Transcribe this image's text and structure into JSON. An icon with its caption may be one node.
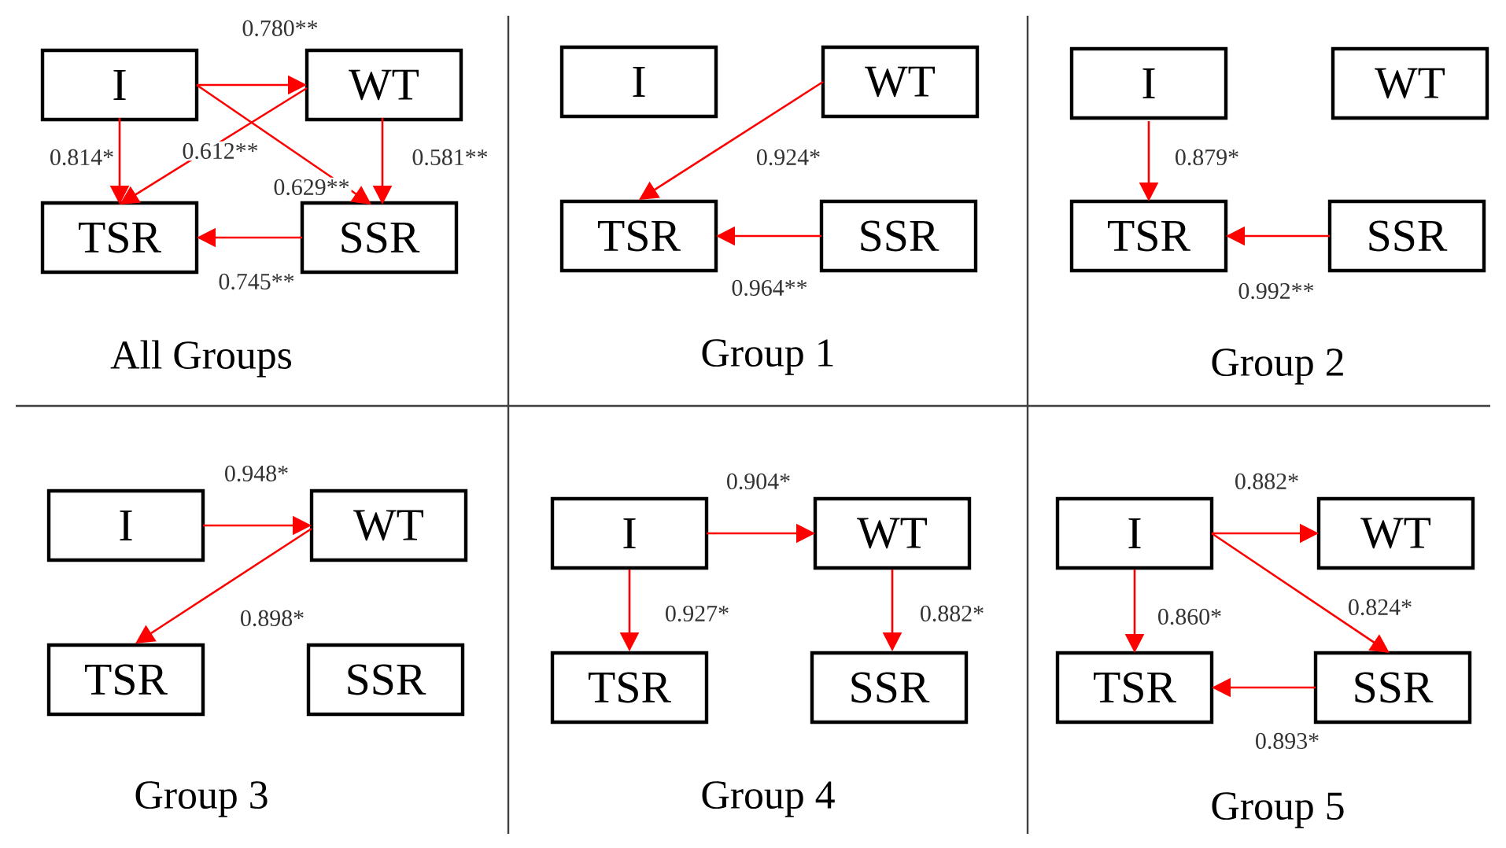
{
  "diagram": {
    "nodes": [
      {
        "text": [
          "I"
        ]
      },
      {
        "text": [
          "WT"
        ]
      },
      {
        "text": [
          "TSR"
        ]
      },
      {
        "text": [
          "SSR"
        ]
      },
      {
        "text": [
          "I"
        ]
      },
      {
        "text": [
          "WT"
        ]
      },
      {
        "text": [
          "TSR"
        ]
      },
      {
        "text": [
          "SSR"
        ]
      },
      {
        "text": [
          "I"
        ]
      },
      {
        "text": [
          "WT"
        ]
      },
      {
        "text": [
          "TSR"
        ]
      },
      {
        "text": [
          "SSR"
        ]
      },
      {
        "text": [
          "I"
        ]
      },
      {
        "text": [
          "WT"
        ]
      },
      {
        "text": [
          "TSR"
        ]
      },
      {
        "text": [
          "SSR"
        ]
      },
      {
        "text": [
          "I"
        ]
      },
      {
        "text": [
          "WT"
        ]
      },
      {
        "text": [
          "TSR"
        ]
      },
      {
        "text": [
          "SSR"
        ]
      },
      {
        "text": [
          "I"
        ]
      },
      {
        "text": [
          "WT"
        ]
      },
      {
        "text": [
          "TSR"
        ]
      },
      {
        "text": [
          "SSR"
        ]
      }
    ],
    "edges": [
      {
        "from": 0,
        "to": 1,
        "arrow": "to",
        "label": "0.780**"
      },
      {
        "from": 0,
        "to": 2,
        "arrow": "to",
        "label": "0.814*"
      },
      {
        "from": 1,
        "to": 2,
        "arrow": "to",
        "label": "0.612**"
      },
      {
        "from": 0,
        "to": 3,
        "arrow": "to",
        "label": "0.629**"
      },
      {
        "from": 1,
        "to": 3,
        "arrow": "to",
        "label": "0.581**"
      },
      {
        "from": 3,
        "to": 2,
        "arrow": "to",
        "label": "0.745**"
      },
      {
        "from": 5,
        "to": 6,
        "arrow": "to",
        "label": "0.924*"
      },
      {
        "from": 7,
        "to": 6,
        "arrow": "to",
        "label": "0.964**"
      },
      {
        "from": 8,
        "to": 10,
        "arrow": "to",
        "label": "0.879*"
      },
      {
        "from": 11,
        "to": 10,
        "arrow": "to",
        "label": "0.992**"
      },
      {
        "from": 12,
        "to": 13,
        "arrow": "to",
        "label": "0.948*"
      },
      {
        "from": 13,
        "to": 14,
        "arrow": "to",
        "label": "0.898*"
      },
      {
        "from": 16,
        "to": 17,
        "arrow": "to",
        "label": "0.904*"
      },
      {
        "from": 16,
        "to": 18,
        "arrow": "to",
        "label": "0.927*"
      },
      {
        "from": 17,
        "to": 19,
        "arrow": "to",
        "label": "0.882*"
      },
      {
        "from": 20,
        "to": 21,
        "arrow": "to",
        "label": "0.882*"
      },
      {
        "from": 20,
        "to": 22,
        "arrow": "to",
        "label": "0.860*"
      },
      {
        "from": 20,
        "to": 23,
        "arrow": "to",
        "label": "0.824*"
      },
      {
        "from": 23,
        "to": 22,
        "arrow": "to",
        "label": "0.893*"
      }
    ],
    "labels": [
      "All Groups",
      "Group 1",
      "Group 2",
      "Group 3",
      "Group 4",
      "Group 5"
    ]
  }
}
